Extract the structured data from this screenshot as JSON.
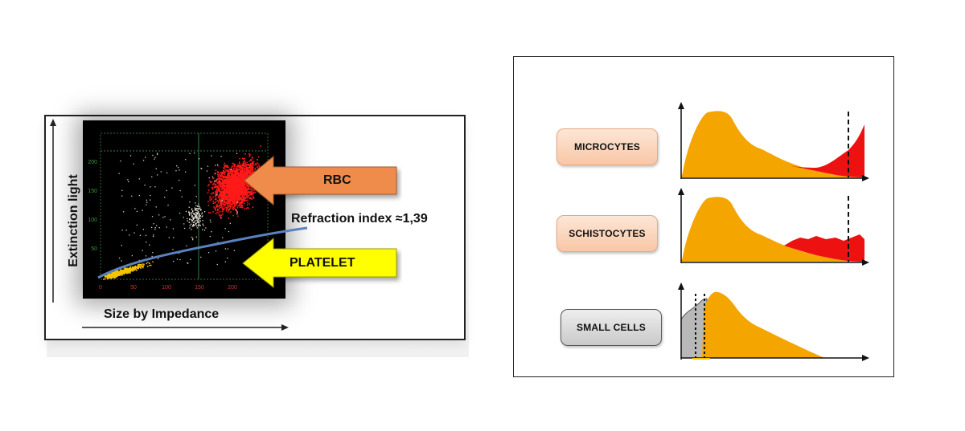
{
  "scatter": {
    "y_axis_label": "Extinction light",
    "x_axis_label": "Size by Impedance",
    "refraction_label": "Refraction index ≈1,39",
    "rbc_label": "RBC",
    "platelet_label": "PLATELET",
    "x_ticks": [
      "0",
      "50",
      "100",
      "150",
      "200"
    ],
    "y_ticks": [
      "50",
      "100",
      "150",
      "200"
    ],
    "colors": {
      "rbc_arrow": "#f08c4c",
      "platelet_arrow": "#ffff00",
      "rbc_points": "#ff1a1a",
      "platelet_points": "#f5c400",
      "curve": "#5b82c0"
    }
  },
  "histograms": {
    "items": [
      {
        "label": "MICROCYTES",
        "style": "peach"
      },
      {
        "label": "SCHISTOCYTES",
        "style": "peach"
      },
      {
        "label": "SMALL CELLS",
        "style": "grey"
      }
    ],
    "colors": {
      "main_fill": "#f5a500",
      "abnormal_fill": "#ee1111",
      "small_fill": "#b8b8b8"
    }
  }
}
